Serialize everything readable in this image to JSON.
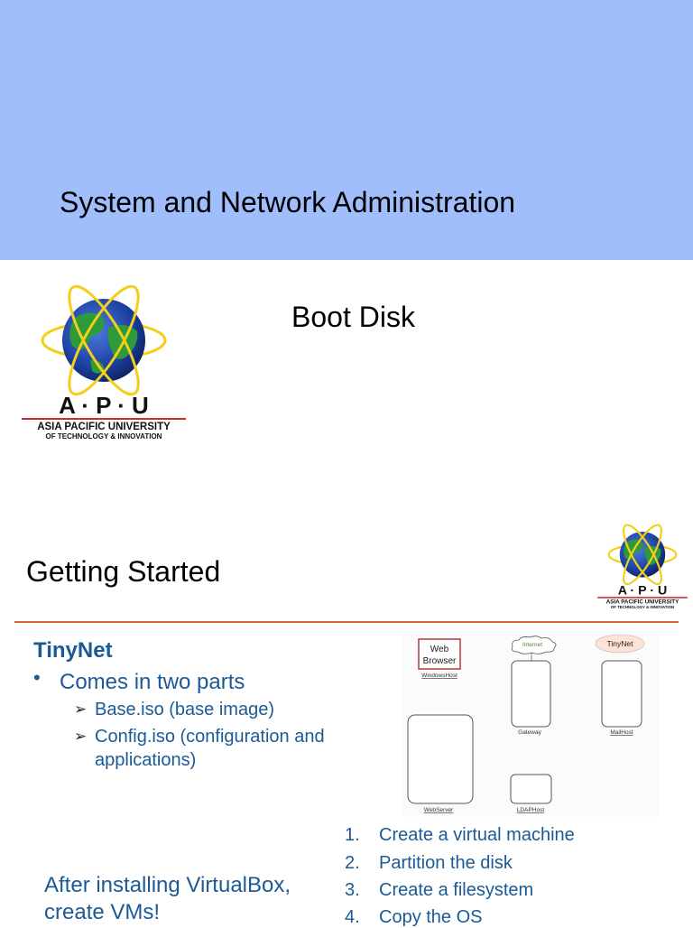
{
  "slide1": {
    "header_color": "#a0bdfc",
    "course_title": "System and Network Administration",
    "lecture_title": "Boot Disk",
    "logo": {
      "letters": "A · P · U",
      "name_line1": "ASIA PACIFIC UNIVERSITY",
      "name_line2": "OF TECHNOLOGY & INNOVATION"
    }
  },
  "slide2": {
    "title": "Getting Started",
    "accent_color": "#e0623a",
    "text_color": "#1b5a96",
    "logo": {
      "letters": "A · P · U",
      "name_line1": "ASIA PACIFIC UNIVERSITY",
      "name_line2": "OF TECHNOLOGY & INNOVATION"
    },
    "heading": "TinyNet",
    "bullet": "Comes in two parts",
    "sub_bullets": [
      "Base.iso (base image)",
      "Config.iso (configuration and applications)"
    ],
    "after_text": "After installing VirtualBox, create VMs!",
    "steps": [
      {
        "num": "1.",
        "text": "Create a virtual machine"
      },
      {
        "num": "2.",
        "text": "Partition the disk"
      },
      {
        "num": "3.",
        "text": "Create a filesystem"
      },
      {
        "num": "4.",
        "text": "Copy the OS"
      }
    ],
    "diagram": {
      "web_browser_line1": "Web",
      "web_browser_line2": "Browser",
      "windows_host": "WindowsHost",
      "internet": "Internet",
      "gateway": "Gateway",
      "tinynet_badge": "TinyNet",
      "mail_host": "MailHost",
      "web_server": "WebServer",
      "ldap_host": "LDAPHost"
    }
  }
}
